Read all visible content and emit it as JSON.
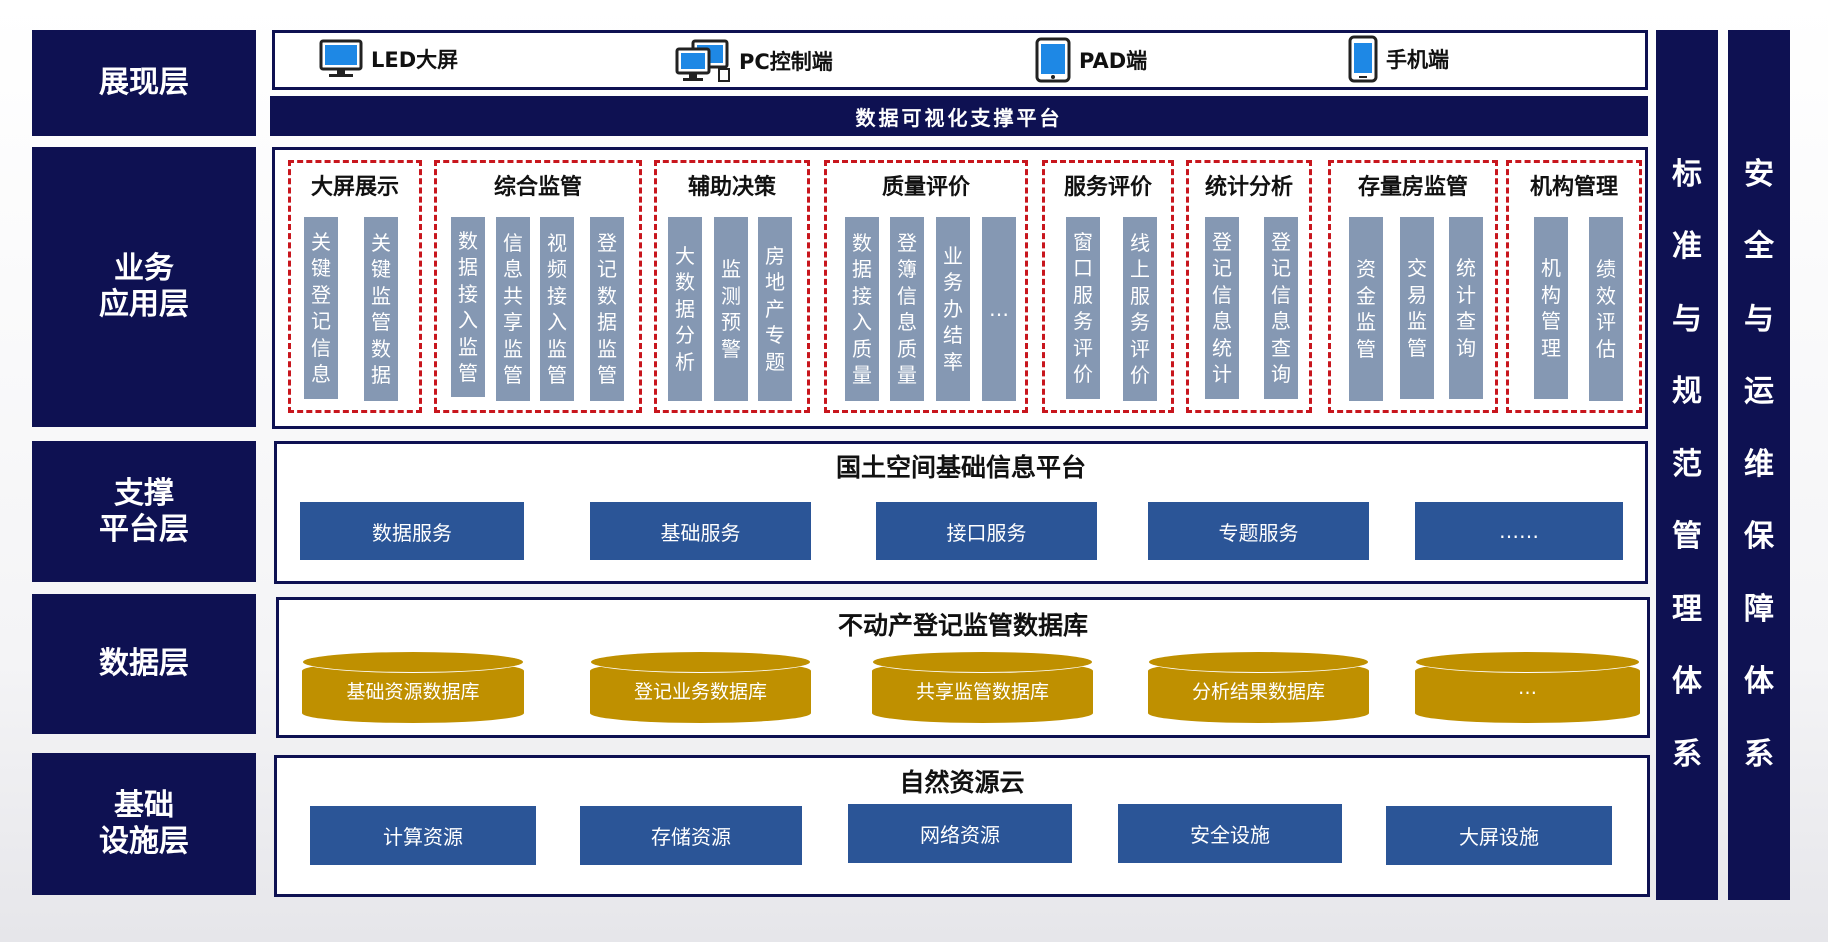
{
  "layers": {
    "presentation": "展现层",
    "business": "业务\n应用层",
    "support": "支撑\n平台层",
    "data": "数据层",
    "infra": "基础\n设施层"
  },
  "devices": [
    "LED大屏",
    "PC控制端",
    "PAD端",
    "手机端"
  ],
  "viz_platform": "数据可视化支撑平台",
  "business_groups": [
    {
      "title": "大屏展示",
      "items": [
        "关键登记信息",
        "关键监管数据"
      ]
    },
    {
      "title": "综合监管",
      "items": [
        "数据接入监管",
        "信息共享监管",
        "视频接入监管",
        "登记数据监管"
      ]
    },
    {
      "title": "辅助决策",
      "items": [
        "大数据分析",
        "监测预警",
        "房地产专题"
      ]
    },
    {
      "title": "质量评价",
      "items": [
        "数据接入质量",
        "登簿信息质量",
        "业务办结率",
        "…"
      ]
    },
    {
      "title": "服务评价",
      "items": [
        "窗口服务评价",
        "线上服务评价"
      ]
    },
    {
      "title": "统计分析",
      "items": [
        "登记信息统计",
        "登记信息查询"
      ]
    },
    {
      "title": "存量房监管",
      "items": [
        "资金监管",
        "交易监管",
        "统计查询"
      ]
    },
    {
      "title": "机构管理",
      "items": [
        "机构管理",
        "绩效评估"
      ]
    }
  ],
  "support_platform": {
    "title": "国土空间基础信息平台",
    "services": [
      "数据服务",
      "基础服务",
      "接口服务",
      "专题服务",
      "……"
    ]
  },
  "database": {
    "title": "不动产登记监管数据库",
    "dbs": [
      "基础资源数据库",
      "登记业务数据库",
      "共享监管数据库",
      "分析结果数据库",
      "…"
    ]
  },
  "cloud": {
    "title": "自然资源云",
    "resources": [
      "计算资源",
      "存储资源",
      "网络资源",
      "安全设施",
      "大屏设施"
    ]
  },
  "side": {
    "standards": "标准与规范管理体系",
    "security": "安全与运维保障体系"
  },
  "colors": {
    "navy": "#0e1152",
    "service_blue": "#2b5597",
    "column_gray": "#8598b3",
    "dashed_red": "#c8161d",
    "db_gold": "#bf9000"
  }
}
